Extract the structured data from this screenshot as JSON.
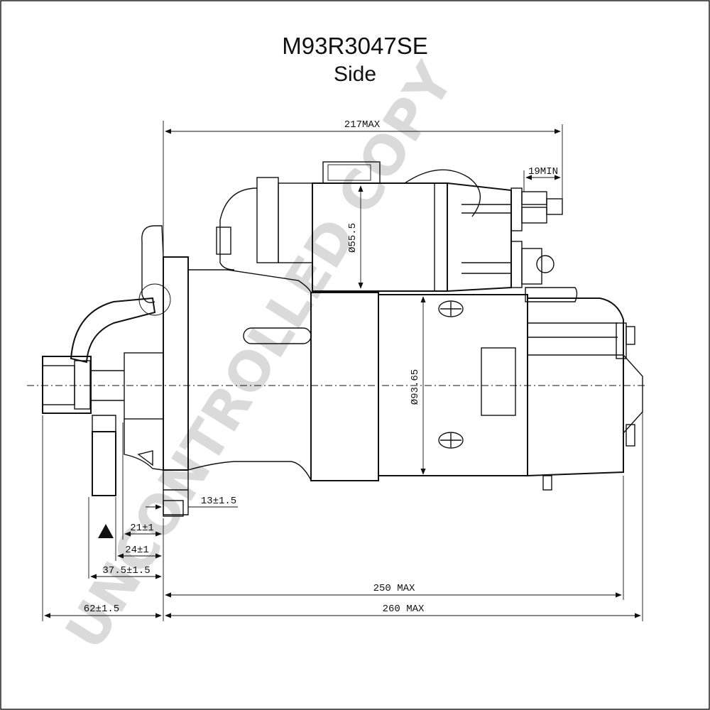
{
  "drawing": {
    "part_number": "M93R3047SE",
    "view": "Side",
    "watermark": "UNCONTROLLED COPY"
  },
  "dimensions": {
    "overall_max": "217MAX",
    "terminal_min": "19MIN",
    "solenoid_dia": "Ø55.5",
    "body_dia": "Ø93.65",
    "flange_thickness": "13±1.5",
    "pinion_21": "21±1",
    "pinion_24": "24±1",
    "pinion_375": "37.5±1.5",
    "length_250": "250 MAX",
    "length_260": "260 MAX",
    "nose_62": "62±1.5"
  },
  "colors": {
    "line": "#111111",
    "watermark": "#bdbdbd"
  }
}
